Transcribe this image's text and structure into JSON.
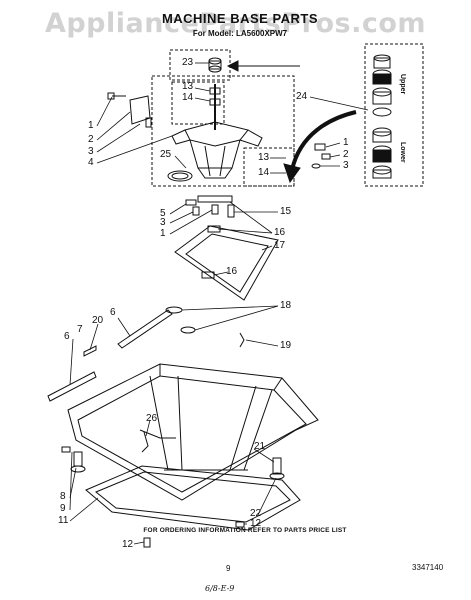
{
  "watermark": "AppliancePartsPros.com",
  "header": {
    "title": "MACHINE BASE PARTS",
    "model": "For Model: LA5600XPW7"
  },
  "callouts": [
    "1",
    "2",
    "3",
    "4",
    "5",
    "6",
    "7",
    "8",
    "9",
    "11",
    "12",
    "13",
    "14",
    "15",
    "16",
    "17",
    "18",
    "19",
    "20",
    "21",
    "22",
    "23",
    "24",
    "25",
    "26"
  ],
  "side_labels": {
    "upper": "Upper",
    "lower": "Lower"
  },
  "footer": {
    "order_note": "FOR ORDERING INFORMATION REFER TO PARTS PRICE LIST",
    "page_number": "9",
    "doc_number": "3347140",
    "handwritten": "6/8-E-9"
  },
  "colors": {
    "ink": "#111111",
    "watermark": "#d2d2d2",
    "paper": "#ffffff"
  }
}
